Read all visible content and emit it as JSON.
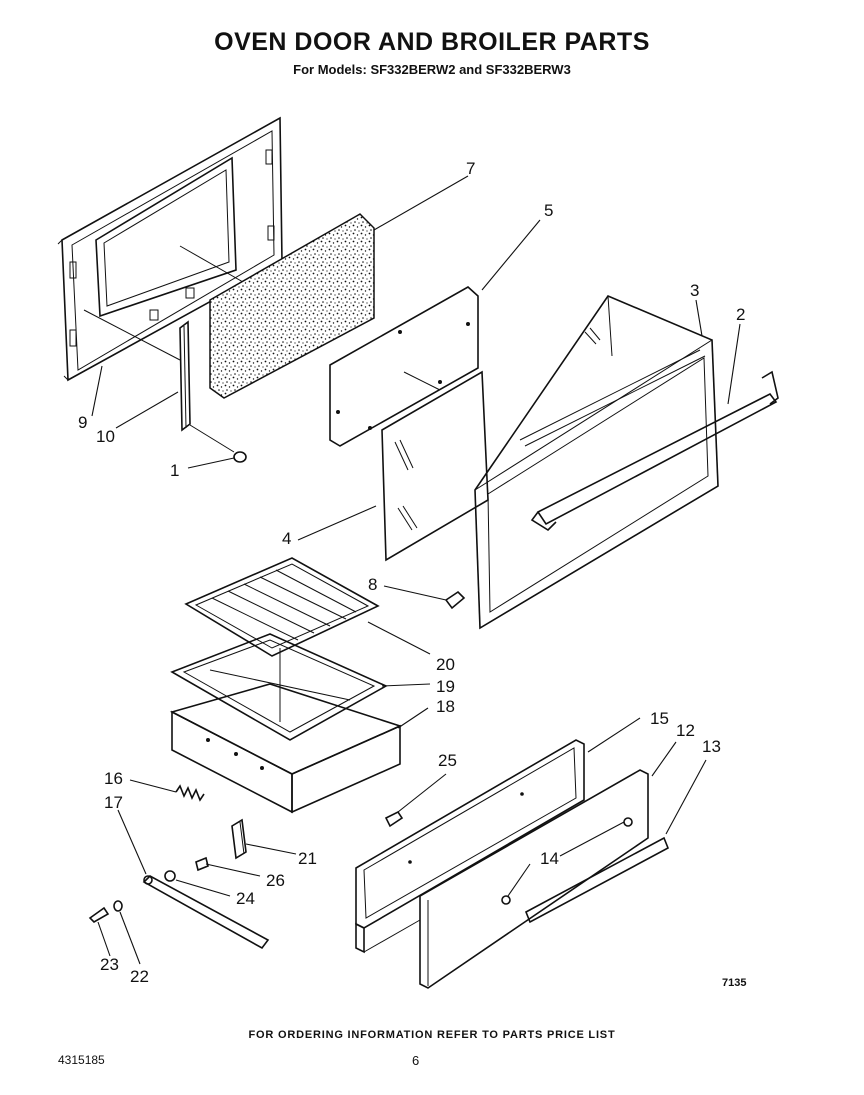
{
  "header": {
    "title": "OVEN DOOR AND BROILER PARTS",
    "subtitle": "For Models: SF332BERW2 and SF332BERW3"
  },
  "callouts": [
    {
      "id": "1",
      "label": "1"
    },
    {
      "id": "2",
      "label": "2"
    },
    {
      "id": "3",
      "label": "3"
    },
    {
      "id": "4",
      "label": "4"
    },
    {
      "id": "5",
      "label": "5"
    },
    {
      "id": "7",
      "label": "7"
    },
    {
      "id": "8",
      "label": "8"
    },
    {
      "id": "9",
      "label": "9"
    },
    {
      "id": "10",
      "label": "10"
    },
    {
      "id": "12",
      "label": "12"
    },
    {
      "id": "13",
      "label": "13"
    },
    {
      "id": "14",
      "label": "14"
    },
    {
      "id": "15",
      "label": "15"
    },
    {
      "id": "16",
      "label": "16"
    },
    {
      "id": "17",
      "label": "17"
    },
    {
      "id": "18",
      "label": "18"
    },
    {
      "id": "19",
      "label": "19"
    },
    {
      "id": "20",
      "label": "20"
    },
    {
      "id": "21",
      "label": "21"
    },
    {
      "id": "22",
      "label": "22"
    },
    {
      "id": "23",
      "label": "23"
    },
    {
      "id": "24",
      "label": "24"
    },
    {
      "id": "25",
      "label": "25"
    },
    {
      "id": "26",
      "label": "26"
    }
  ],
  "figure_code": "7135",
  "footer": {
    "note": "FOR ORDERING INFORMATION REFER TO PARTS PRICE LIST",
    "doc_number": "4315185",
    "page": "6"
  }
}
